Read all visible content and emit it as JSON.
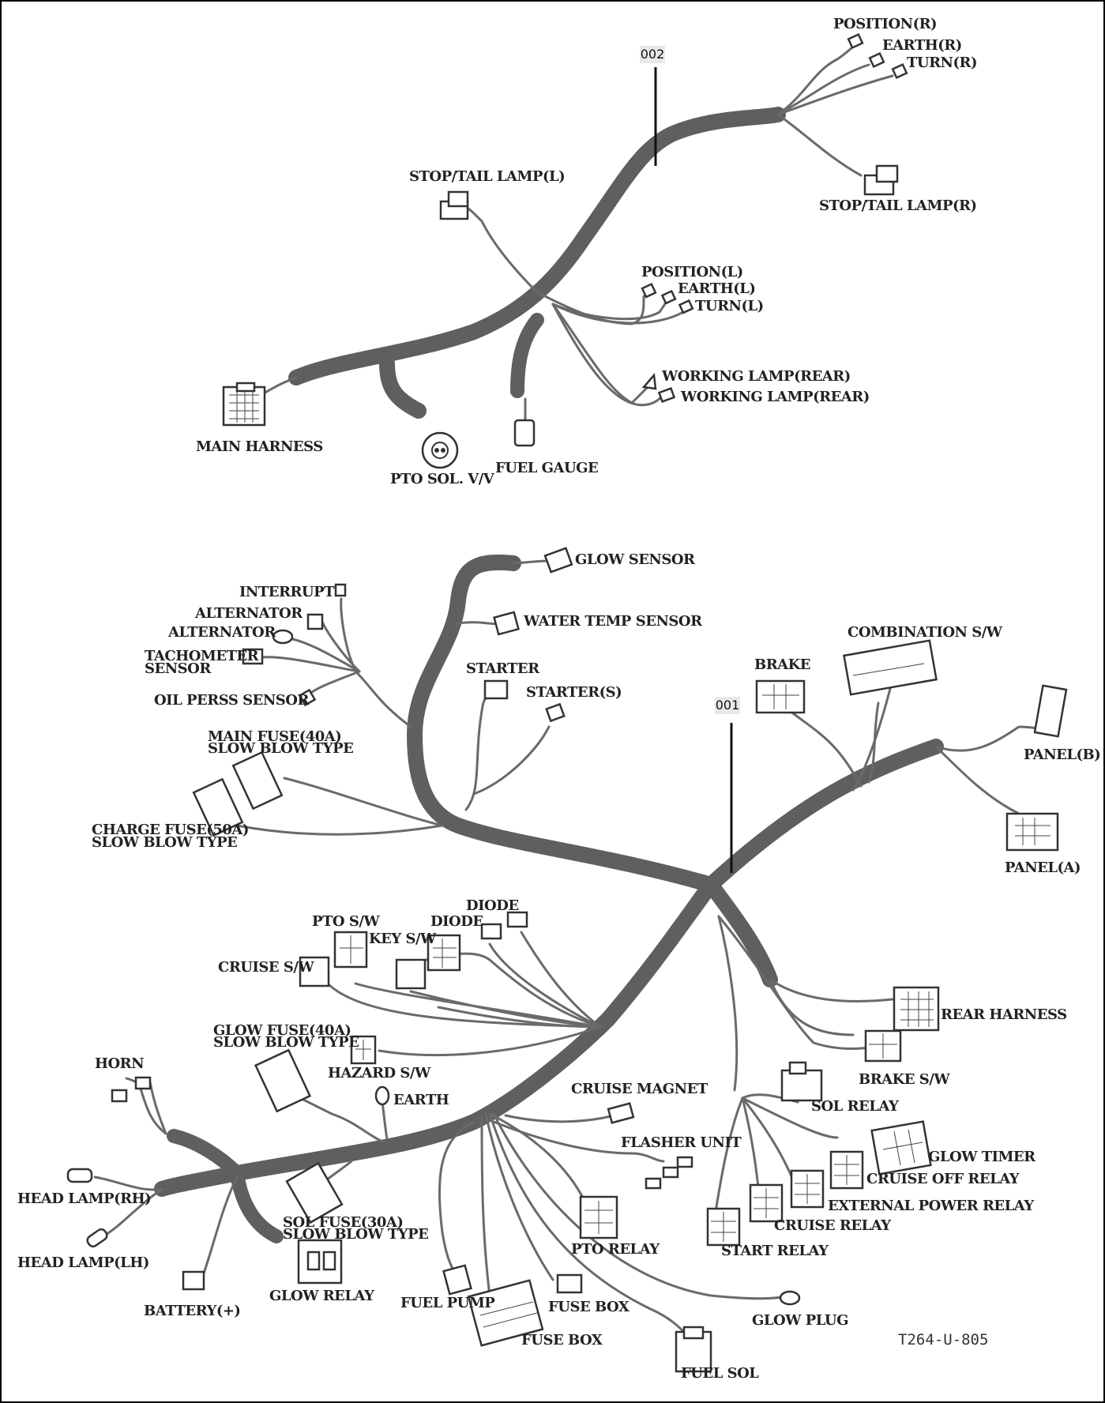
{
  "diagram": {
    "drawing_code": "T264-U-805",
    "harness_002": {
      "ref": "002",
      "labels": {
        "position_r": "POSITION(R)",
        "earth_r": "EARTH(R)",
        "turn_r": "TURN(R)",
        "stop_tail_r": "STOP/TAIL LAMP(R)",
        "stop_tail_l": "STOP/TAIL LAMP(L)",
        "position_l": "POSITION(L)",
        "earth_l": "EARTH(L)",
        "turn_l": "TURN(L)",
        "working_lamp_1": "WORKING LAMP(REAR)",
        "working_lamp_2": "WORKING LAMP(REAR)",
        "main_harness": "MAIN HARNESS",
        "pto_sol": "PTO SOL. V/V",
        "fuel_gauge": "FUEL GAUGE"
      }
    },
    "harness_001": {
      "ref": "001",
      "labels": {
        "glow_sensor": "GLOW SENSOR",
        "water_temp": "WATER TEMP SENSOR",
        "interrupt": "INTERRUPT",
        "alternator_1": "ALTERNATOR",
        "alternator_2": "ALTERNATOR",
        "tachometer_1": "TACHOMETER",
        "tachometer_2": "SENSOR",
        "oil_press": "OIL PERSS SENSOR",
        "starter": "STARTER",
        "starter_s": "STARTER(S)",
        "main_fuse_1": "MAIN FUSE(40A)",
        "main_fuse_2": "SLOW BLOW TYPE",
        "charge_fuse_1": "CHARGE FUSE(50A)",
        "charge_fuse_2": "SLOW BLOW TYPE",
        "combination_sw": "COMBINATION S/W",
        "brake": "BRAKE",
        "panel_b": "PANEL(B)",
        "panel_a": "PANEL(A)",
        "diode_1": "DIODE",
        "diode_2": "DIODE",
        "pto_sw": "PTO S/W",
        "key_sw": "KEY S/W",
        "cruise_sw": "CRUISE S/W",
        "glow_fuse_1": "GLOW FUSE(40A)",
        "glow_fuse_2": "SLOW BLOW TYPE",
        "hazard_sw": "HAZARD S/W",
        "earth": "EARTH",
        "horn": "HORN",
        "head_lamp_rh": "HEAD LAMP(RH)",
        "head_lamp_lh": "HEAD LAMP(LH)",
        "battery": "BATTERY(+)",
        "sol_fuse_1": "SOL FUSE(30A)",
        "sol_fuse_2": "SLOW BLOW TYPE",
        "glow_relay": "GLOW RELAY",
        "cruise_magnet": "CRUISE MAGNET",
        "flasher_unit": "FLASHER UNIT",
        "pto_relay": "PTO RELAY",
        "fuel_pump": "FUEL PUMP",
        "fuse_box_1": "FUSE BOX",
        "fuse_box_2": "FUSE BOX",
        "fuel_sol": "FUEL SOL",
        "glow_plug": "GLOW PLUG",
        "rear_harness": "REAR HARNESS",
        "brake_sw": "BRAKE S/W",
        "sol_relay": "SOL RELAY",
        "glow_timer": "GLOW TIMER",
        "cruise_off_relay": "CRUISE OFF RELAY",
        "external_power_relay": "EXTERNAL POWER RELAY",
        "cruise_relay": "CRUISE RELAY",
        "start_relay": "START RELAY"
      }
    }
  }
}
